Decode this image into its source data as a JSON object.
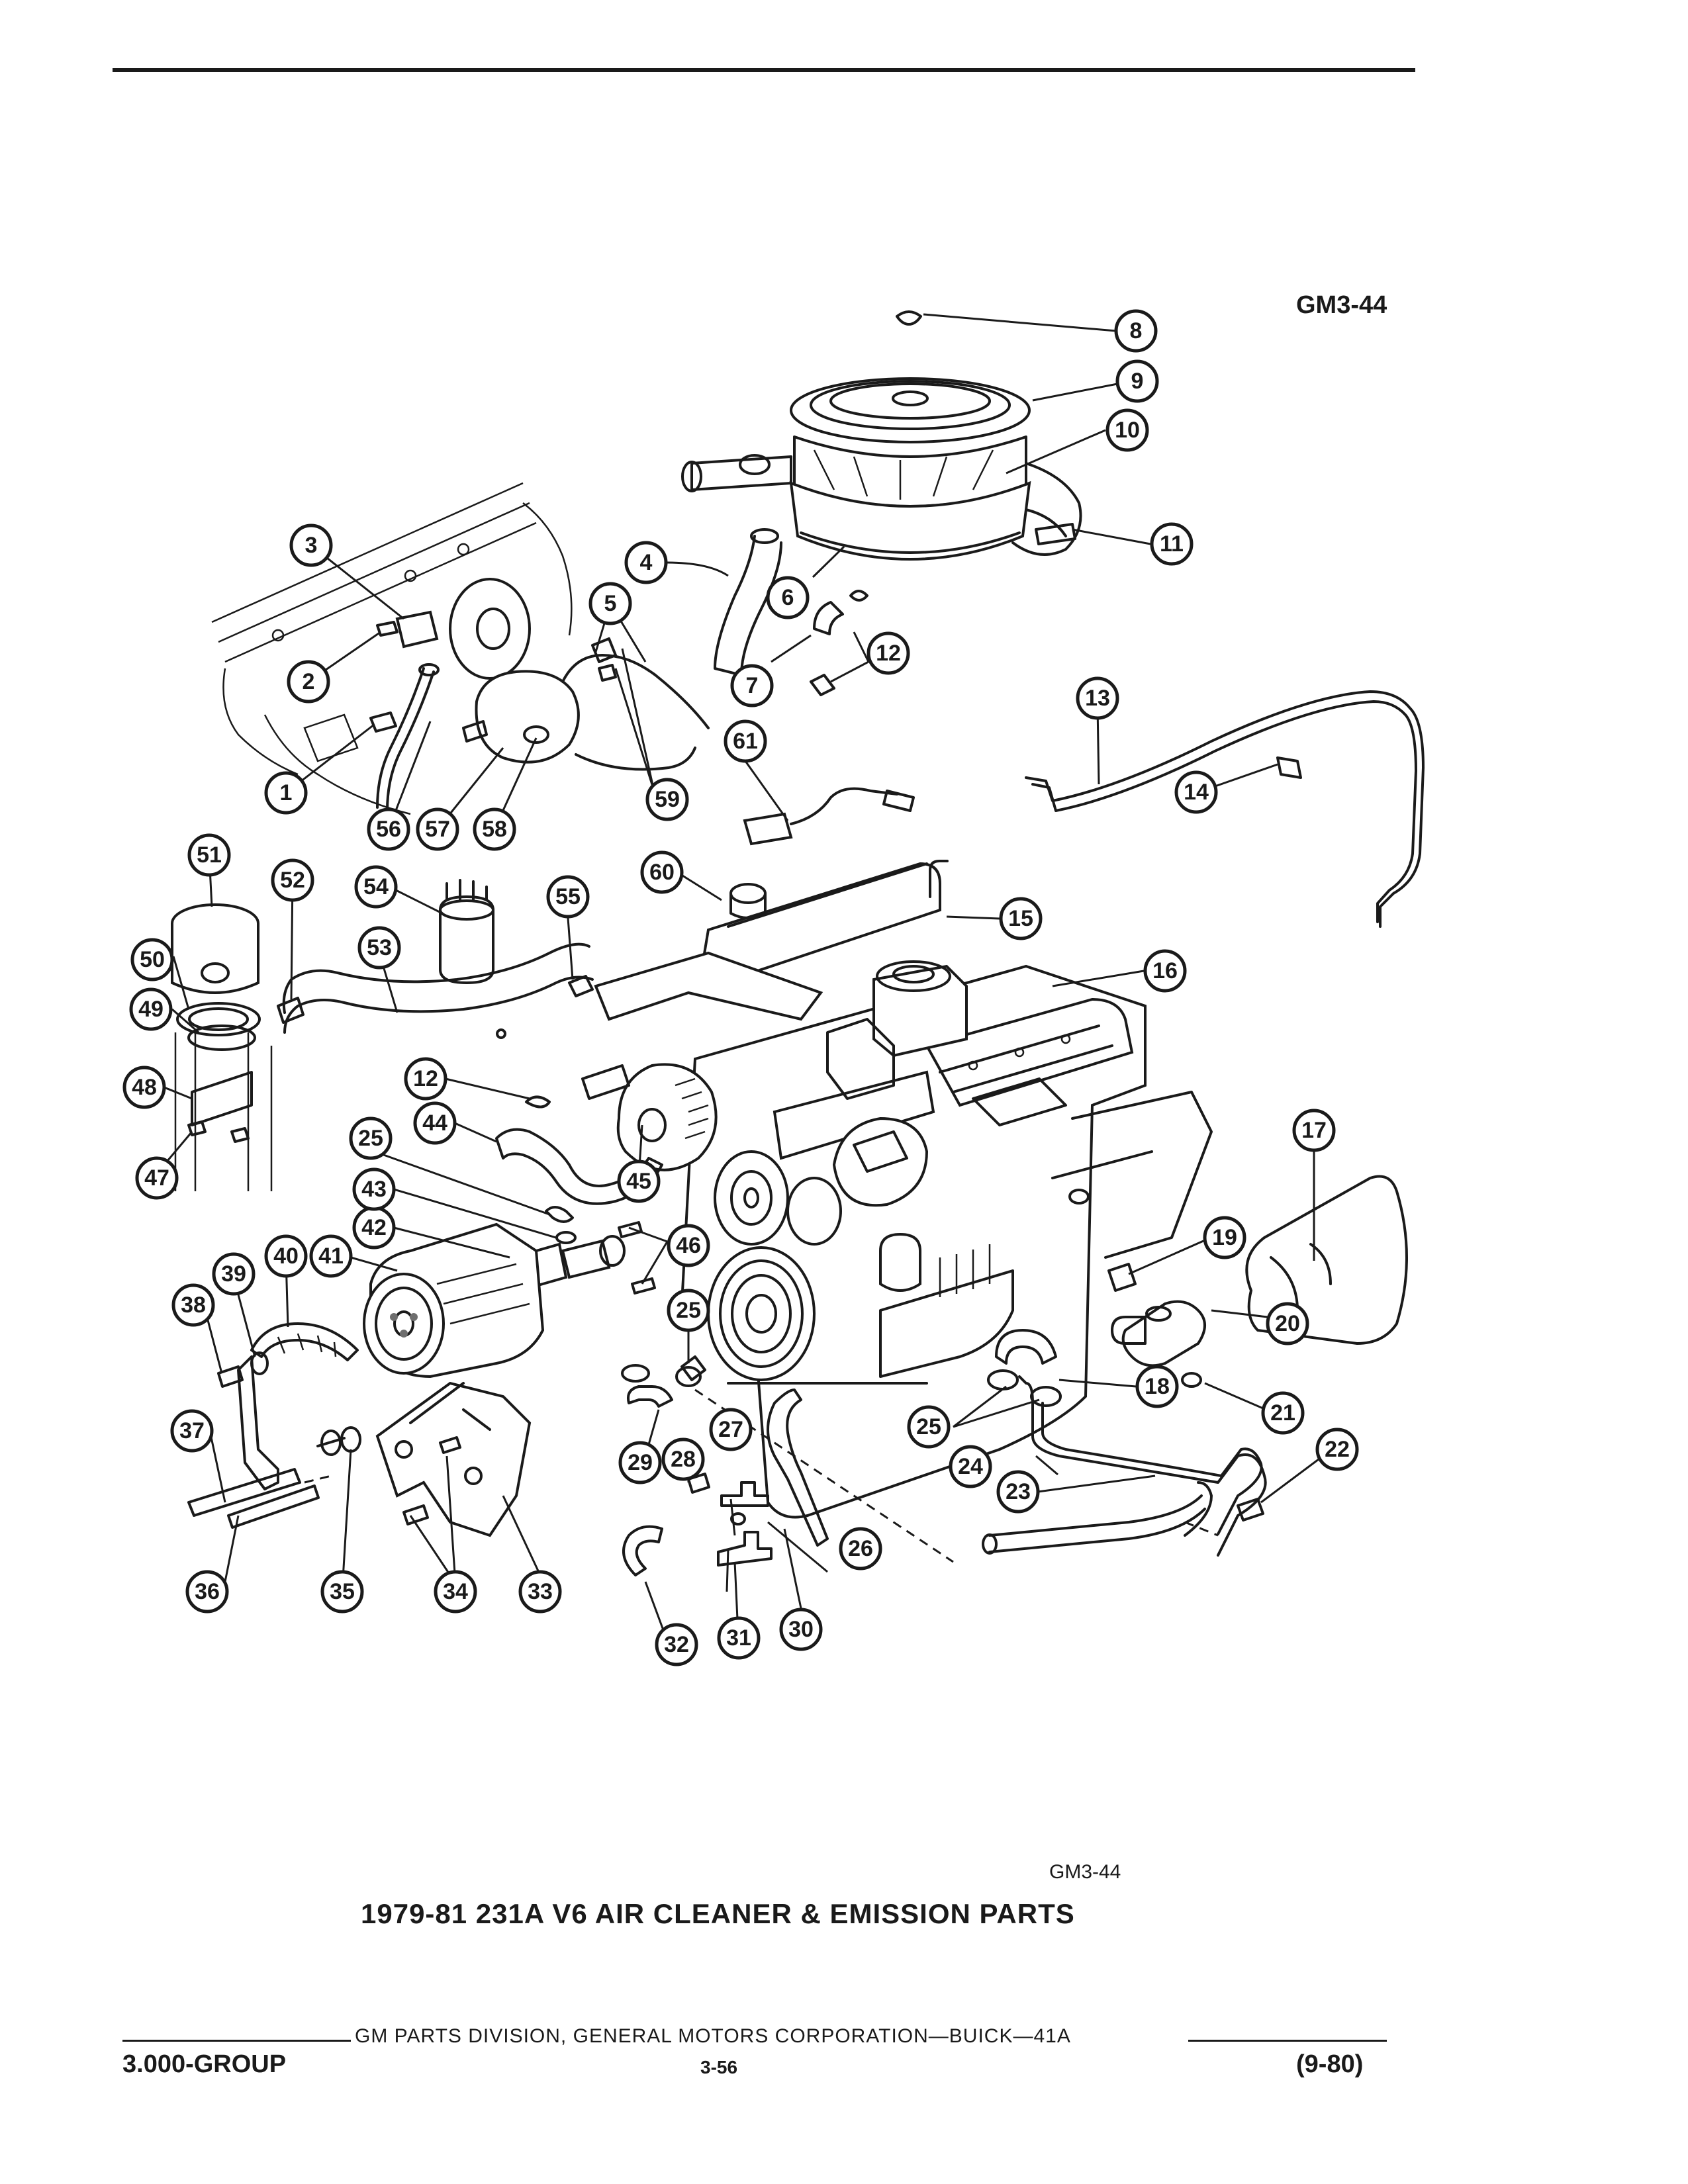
{
  "page": {
    "figure_ref_top": "GM3-44",
    "figure_ref_bottom": "GM3-44",
    "caption": "1979-81 231A V6 AIR CLEANER & EMISSION PARTS",
    "footer": {
      "publisher_line": "GM PARTS DIVISION, GENERAL MOTORS CORPORATION—BUICK—41A",
      "group": "3.000-GROUP",
      "page_number": "3-56",
      "date_code": "(9-80)"
    }
  },
  "diagram": {
    "callouts": [
      "1",
      "2",
      "3",
      "4",
      "5",
      "6",
      "7",
      "8",
      "9",
      "10",
      "11",
      "12",
      "13",
      "14",
      "15",
      "16",
      "17",
      "18",
      "19",
      "20",
      "21",
      "22",
      "23",
      "24",
      "25",
      "26",
      "27",
      "28",
      "29",
      "30",
      "31",
      "32",
      "33",
      "34",
      "35",
      "36",
      "37",
      "38",
      "39",
      "40",
      "41",
      "42",
      "43",
      "44",
      "45",
      "46",
      "47",
      "48",
      "49",
      "50",
      "51",
      "52",
      "53",
      "54",
      "55",
      "56",
      "57",
      "58",
      "59",
      "60",
      "61"
    ]
  }
}
